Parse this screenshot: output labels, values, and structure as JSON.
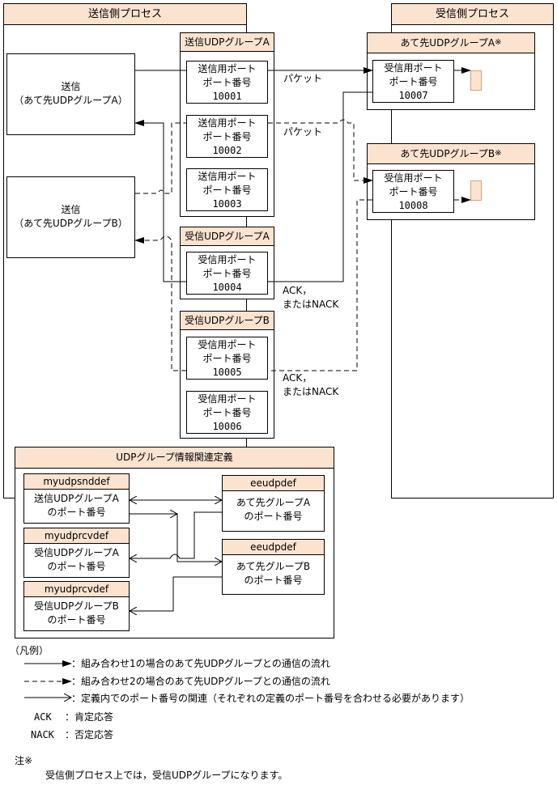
{
  "sender_process": {
    "title": "送信側プロセス",
    "send_a": "送信\n（あて先UDPグループA）",
    "send_b": "送信\n（あて先UDPグループB）",
    "send_group_a": {
      "title": "送信UDPグループA",
      "ports": [
        {
          "label": "送信用ポート\nポート番号",
          "number": "10001"
        },
        {
          "label": "送信用ポート\nポート番号",
          "number": "10002"
        },
        {
          "label": "送信用ポート\nポート番号",
          "number": "10003"
        }
      ]
    },
    "recv_group_a": {
      "title": "受信UDPグループA",
      "ports": [
        {
          "label": "受信用ポート\nポート番号",
          "number": "10004"
        }
      ]
    },
    "recv_group_b": {
      "title": "受信UDPグループB",
      "ports": [
        {
          "label": "受信用ポート\nポート番号",
          "number": "10005"
        },
        {
          "label": "受信用ポート\nポート番号",
          "number": "10006"
        }
      ]
    }
  },
  "receiver_process": {
    "title": "受信側プロセス",
    "dest_group_a": {
      "title": "あて先UDPグループA",
      "mark": "※",
      "port": {
        "label": "受信用ポート\nポート番号",
        "number": "10007"
      }
    },
    "dest_group_b": {
      "title": "あて先UDPグループB",
      "mark": "※",
      "port": {
        "label": "受信用ポート\nポート番号",
        "number": "10008"
      }
    }
  },
  "labels": {
    "packet_1": "パケット",
    "packet_2": "パケット",
    "ack_1": "ACK，\nまたはNACK",
    "ack_2": "ACK，\nまたはNACK"
  },
  "definitions": {
    "title": "UDPグループ情報関連定義",
    "left": [
      {
        "name": "myudpsnddef",
        "text": "送信UDPグループA\nのポート番号"
      },
      {
        "name": "myudprcvdef",
        "text": "受信UDPグループA\nのポート番号"
      },
      {
        "name": "myudprcvdef",
        "text": "受信UDPグループB\nのポート番号"
      }
    ],
    "right": [
      {
        "name": "eeudpdef",
        "text": "あて先グループA\nのポート番号"
      },
      {
        "name": "eeudpdef",
        "text": "あて先グループB\nのポート番号"
      }
    ]
  },
  "legend": {
    "heading": "（凡例）",
    "items": [
      {
        "text": "：組み合わせ1の場合のあて先UDPグループとの通信の流れ"
      },
      {
        "text": "：組み合わせ2の場合のあて先UDPグループとの通信の流れ"
      },
      {
        "text": "：定義内でのポート番号の関連（それぞれの定義のポート番号を合わせる必要があります）"
      }
    ],
    "ack": {
      "term": "ACK",
      "desc": "：肯定応答"
    },
    "nack": {
      "term": "NACK",
      "desc": "：否定応答"
    }
  },
  "note": {
    "heading": "注※",
    "text": "受信側プロセス上では，受信UDPグループになります。"
  }
}
